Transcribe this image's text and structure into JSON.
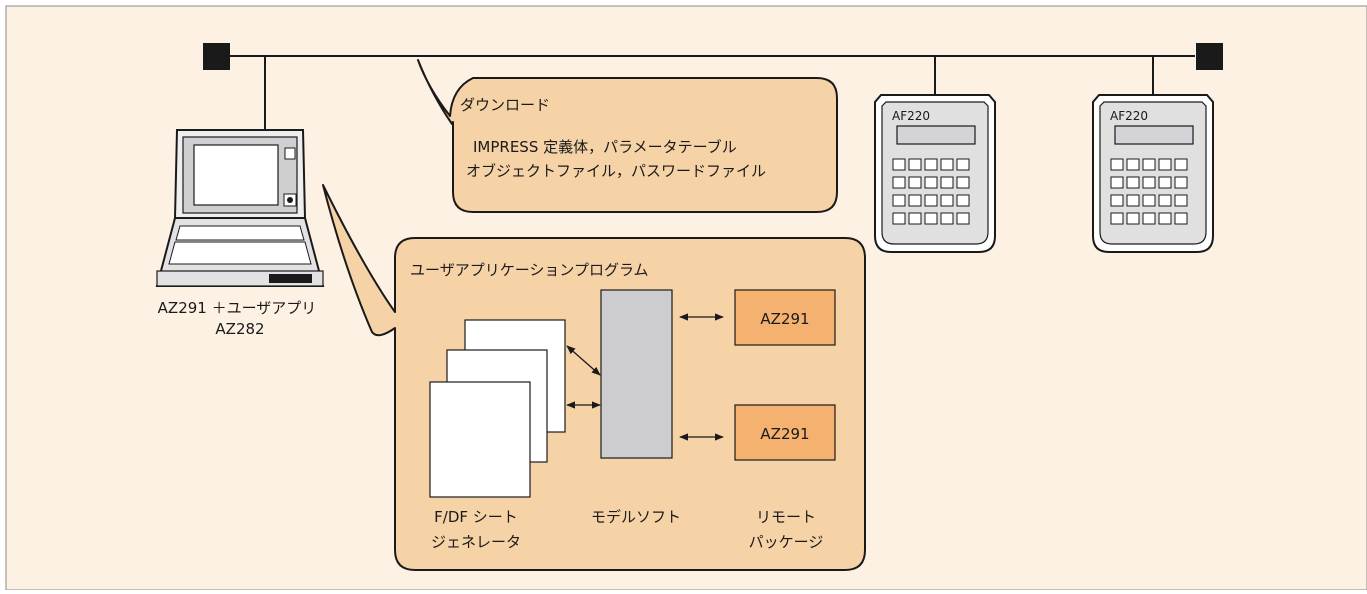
{
  "colors": {
    "background": "#fdf1e4",
    "bubble_fill": "#f6d2a7",
    "package_fill": "#f4b16f",
    "model_fill": "#cdcdd0",
    "line": "#1a1a1a",
    "device_screen": "#d4d4d8"
  },
  "pc": {
    "label_line1": "AZ291 ＋ユーザアプリ",
    "label_line2": "AZ282",
    "icon": "laptop-icon"
  },
  "terminals": [
    {
      "label": "AF220",
      "icon": "handheld-terminal-icon"
    },
    {
      "label": "AF220",
      "icon": "handheld-terminal-icon"
    }
  ],
  "download_bubble": {
    "title": "ダウンロード",
    "line1": "IMPRESS 定義体，パラメータテーブル",
    "line2": "オブジェクトファイル，パスワードファイル"
  },
  "app_bubble": {
    "title": "ユーザアプリケーションプログラム",
    "model_caption": "モデルソフト",
    "generator_caption_line1": "F/DF シート",
    "generator_caption_line2": "ジェネレータ",
    "remote_caption_line1": "リモート",
    "remote_caption_line2": "パッケージ",
    "packages": [
      "AZ291",
      "AZ291"
    ]
  }
}
